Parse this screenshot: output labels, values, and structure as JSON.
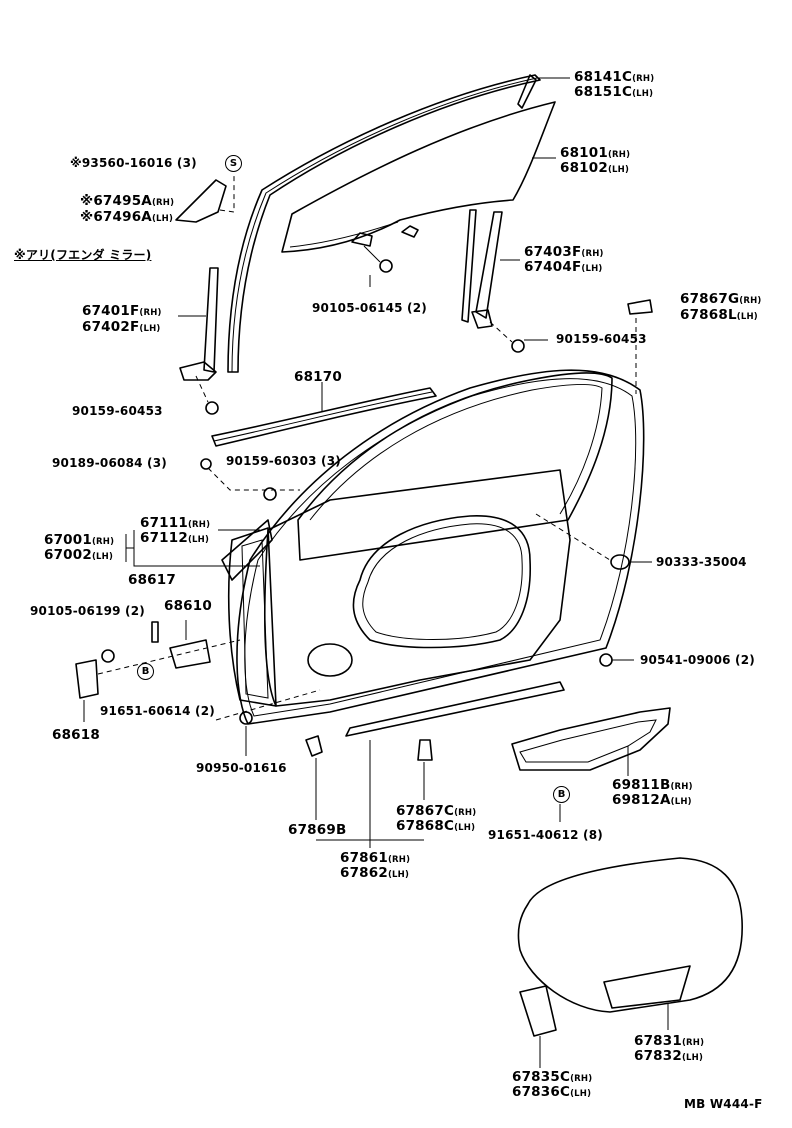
{
  "labels": {
    "l68141": {
      "main": "68141C",
      "sfx": "(RH)"
    },
    "l68151": {
      "main": "68151C",
      "sfx": "(LH)"
    },
    "l68101": {
      "main": "68101",
      "sfx": "(RH)"
    },
    "l68102": {
      "main": "68102",
      "sfx": "(LH)"
    },
    "l93560": {
      "main": "※93560-16016 (3)"
    },
    "l67495": {
      "main": "※67495A",
      "sfx": "(RH)"
    },
    "l67496": {
      "main": "※67496A",
      "sfx": "(LH)"
    },
    "lnote": {
      "main": "※アリ(フエンダ ミラー)"
    },
    "l67403": {
      "main": "67403F",
      "sfx": "(RH)"
    },
    "l67404": {
      "main": "67404F",
      "sfx": "(LH)"
    },
    "l67401": {
      "main": "67401F",
      "sfx": "(RH)"
    },
    "l67402": {
      "main": "67402F",
      "sfx": "(LH)"
    },
    "l90105a": {
      "main": "90105-06145 (2)"
    },
    "l67867g": {
      "main": "67867G",
      "sfx": "(RH)"
    },
    "l67868l": {
      "main": "67868L",
      "sfx": "(LH)"
    },
    "l90159a": {
      "main": "90159-60453"
    },
    "l68170": {
      "main": "68170"
    },
    "l90159b": {
      "main": "90159-60453"
    },
    "l90189": {
      "main": "90189-06084 (3)"
    },
    "l90159c": {
      "main": "90159-60303 (3)"
    },
    "l67111": {
      "main": "67111",
      "sfx": "(RH)"
    },
    "l67112": {
      "main": "67112",
      "sfx": "(LH)"
    },
    "l67001": {
      "main": "67001",
      "sfx": "(RH)"
    },
    "l67002": {
      "main": "67002",
      "sfx": "(LH)"
    },
    "l90333": {
      "main": "90333-35004"
    },
    "l68617": {
      "main": "68617"
    },
    "l90105b": {
      "main": "90105-06199 (2)"
    },
    "l68610": {
      "main": "68610"
    },
    "l90541": {
      "main": "90541-09006 (2)"
    },
    "l91651a": {
      "main": "91651-60614 (2)"
    },
    "l68618": {
      "main": "68618"
    },
    "l90950": {
      "main": "90950-01616"
    },
    "l69811": {
      "main": "69811B",
      "sfx": "(RH)"
    },
    "l69812": {
      "main": "69812A",
      "sfx": "(LH)"
    },
    "l67867c": {
      "main": "67867C",
      "sfx": "(RH)"
    },
    "l67868c": {
      "main": "67868C",
      "sfx": "(LH)"
    },
    "l67869": {
      "main": "67869B"
    },
    "l91651b": {
      "main": "91651-40612 (8)"
    },
    "l67861": {
      "main": "67861",
      "sfx": "(RH)"
    },
    "l67862": {
      "main": "67862",
      "sfx": "(LH)"
    },
    "l67831": {
      "main": "67831",
      "sfx": "(RH)"
    },
    "l67832": {
      "main": "67832",
      "sfx": "(LH)"
    },
    "l67835": {
      "main": "67835C",
      "sfx": "(RH)"
    },
    "l67836": {
      "main": "67836C",
      "sfx": "(LH)"
    },
    "ref": {
      "main": "MB W444-F"
    }
  },
  "circles": {
    "s1": "S",
    "b1": "B",
    "b2": "B"
  }
}
